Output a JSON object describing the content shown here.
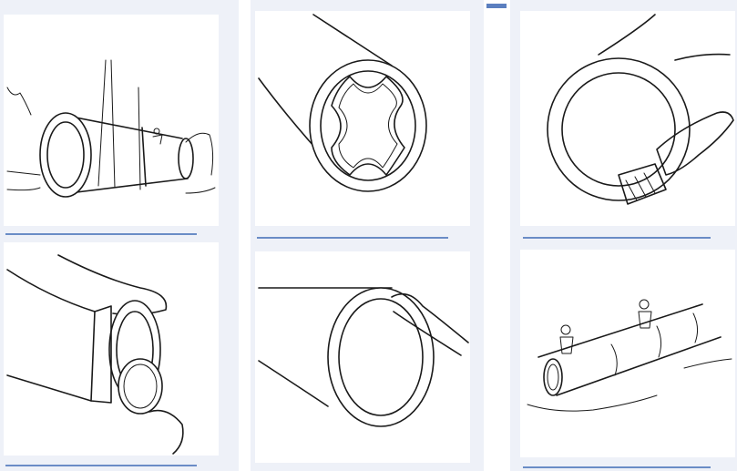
{
  "figure": {
    "panels": [
      {
        "id": "p1",
        "depicts": "pipe-section-suspended-from-lifting-slings"
      },
      {
        "id": "p2",
        "depicts": "pipe-end-with-gasket-ring"
      },
      {
        "id": "p3",
        "depicts": "applying-lubricant-with-brush"
      },
      {
        "id": "p4",
        "depicts": "hands-fitting-gasket-with-lubricant-pad"
      },
      {
        "id": "p5",
        "depicts": "hand-seating-gasket-in-pipe-bell"
      },
      {
        "id": "p6",
        "depicts": "workers-on-assembled-pipeline"
      }
    ]
  },
  "colors": {
    "background": "#ffffff",
    "panel_column_tint": "#eef1f8",
    "rule": "#6a8cc6",
    "ink": "#1a1a1a"
  }
}
